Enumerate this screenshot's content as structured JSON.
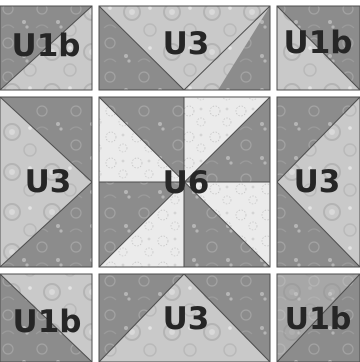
{
  "labels": {
    "top_left": "U1b",
    "top_center": "U3",
    "top_right": "U1b",
    "middle_left": "U3",
    "center": "U6",
    "middle_right": "U3",
    "bottom_left": "U1b",
    "bottom_center": "U3",
    "bottom_right": "U1b"
  },
  "colors": {
    "sashing": "#ffffff",
    "fabric_dark": "#8c8c8c",
    "fabric_light": "#c9c9c9",
    "fabric_pale": "#ebebeb",
    "seam": "#4d4d4d",
    "label": "#262626"
  }
}
